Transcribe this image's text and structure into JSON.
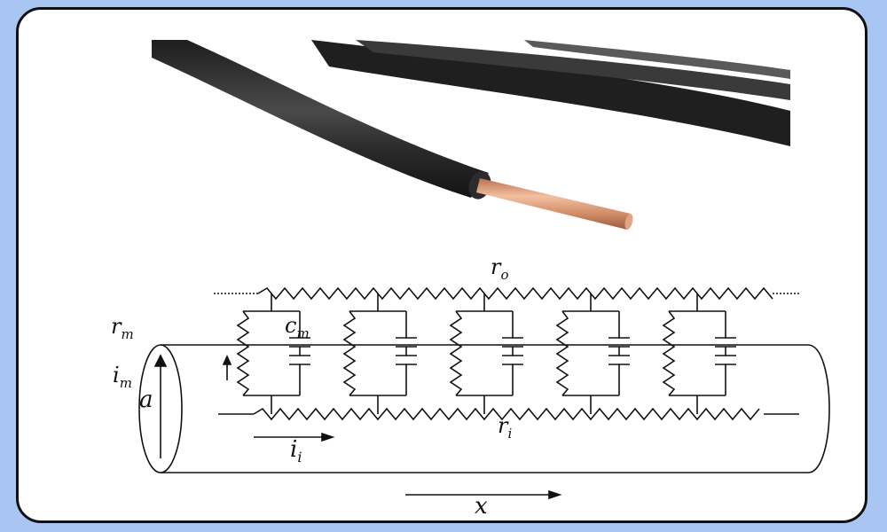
{
  "photo": {
    "subject": "cable-photo",
    "colors": {
      "jacket": "#2b2b2b",
      "copper": "#d79a78"
    }
  },
  "diagram": {
    "labels": {
      "r_o": "r",
      "r_o_sub": "o",
      "r_m": "r",
      "r_m_sub": "m",
      "c_m": "c",
      "c_m_sub": "m",
      "i_m": "i",
      "i_m_sub": "m",
      "a": "a",
      "r_i": "r",
      "r_i_sub": "i",
      "i_i": "i",
      "i_i_sub": "i",
      "x": "x"
    },
    "sections": 5
  }
}
